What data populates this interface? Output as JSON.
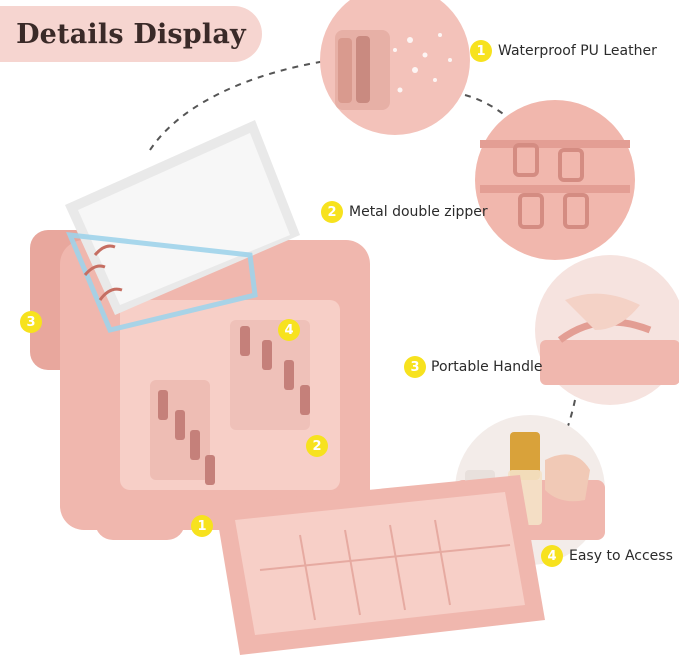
{
  "header": {
    "title": "Details Display"
  },
  "features": [
    {
      "number": "1",
      "label": "Waterproof PU Leather"
    },
    {
      "number": "2",
      "label": "Metal double zipper"
    },
    {
      "number": "3",
      "label": "Portable Handle"
    },
    {
      "number": "4",
      "label": "Easy to Access"
    }
  ],
  "callouts": [
    "3",
    "4",
    "2",
    "1"
  ],
  "colors": {
    "banner": "#f6d5d0",
    "badge": "#f7e21e",
    "bag_pink": "#f0b7ae",
    "bag_dark": "#e39e94",
    "interior": "#f7cfc7"
  }
}
